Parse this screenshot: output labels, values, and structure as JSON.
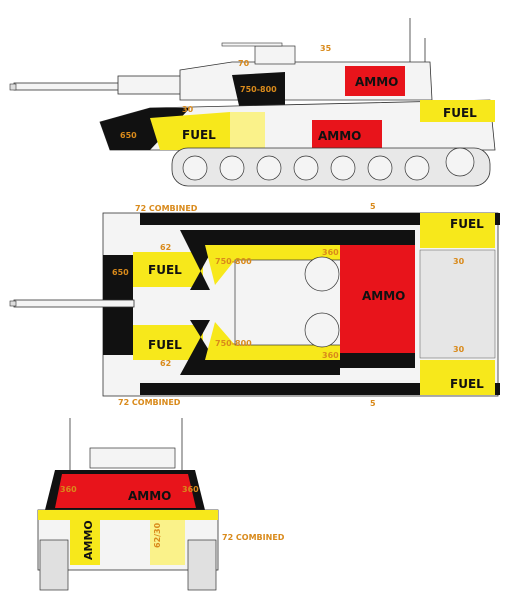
{
  "colors": {
    "fuel": "#f7e81b",
    "fuel_light": "#faf28a",
    "ammo": "#e8141b",
    "black": "#111111",
    "armor_text": "#d98a1b",
    "hull": "#f4f4f4"
  },
  "side_view": {
    "fuel_label": "FUEL",
    "fuel_rear_label": "FUEL",
    "ammo_turret_label": "AMMO",
    "ammo_hull_label": "AMMO",
    "armor_turret_front": "750-800",
    "armor_hull_front": "650",
    "armor_top": "70",
    "armor_side": "30",
    "armor_roof": "35"
  },
  "top_view": {
    "fuel_front_top": "FUEL",
    "fuel_front_bottom": "FUEL",
    "fuel_rear_top": "FUEL",
    "fuel_rear_bottom": "FUEL",
    "ammo_label": "AMMO",
    "armor_turret_front_top": "750-800",
    "armor_turret_front_bottom": "750-800",
    "armor_hull_front": "650",
    "armor_side_top": "62",
    "armor_side_bottom": "62",
    "armor_turret_side_top": "360",
    "armor_turret_side_bottom": "360",
    "armor_rear_top": "30",
    "armor_rear_bottom": "30",
    "combined_top": "72 COMBINED",
    "combined_bottom": "72 COMBINED",
    "armor_top_edge": "5",
    "armor_bottom_edge": "5"
  },
  "front_view": {
    "ammo_label": "AMMO",
    "fuel_left": "AMMO",
    "armor_left": "360",
    "armor_right": "360",
    "armor_lower": "62/30",
    "combined": "72 COMBINED"
  }
}
